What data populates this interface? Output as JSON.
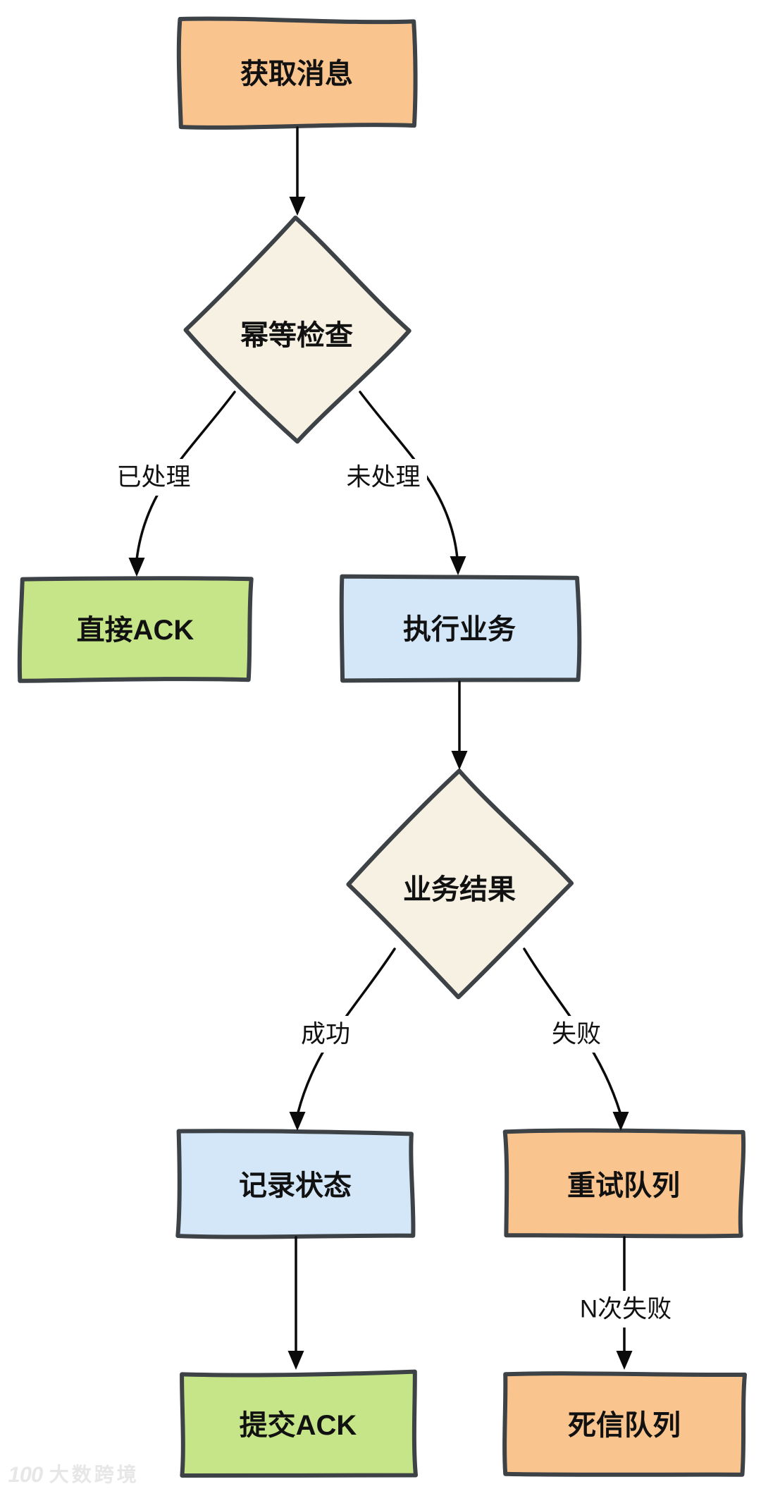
{
  "colors": {
    "orange": "#f9c48d",
    "green": "#c6e588",
    "blue": "#d3e7f9",
    "cream": "#f6f1e3",
    "border": "#3d4247",
    "line": "#0a0a0a",
    "text": "#111111",
    "label_bg": "#ffffff",
    "watermark": "#e7e7e7"
  },
  "nodes": {
    "get_message": {
      "label": "获取消息"
    },
    "idempotency_check": {
      "label": "幂等检查"
    },
    "direct_ack": {
      "label": "直接ACK"
    },
    "execute_business": {
      "label": "执行业务"
    },
    "business_result": {
      "label": "业务结果"
    },
    "record_status": {
      "label": "记录状态"
    },
    "retry_queue": {
      "label": "重试队列"
    },
    "submit_ack": {
      "label": "提交ACK"
    },
    "dead_letter_queue": {
      "label": "死信队列"
    }
  },
  "edge_labels": {
    "processed": "已处理",
    "unprocessed": "未处理",
    "success": "成功",
    "failure": "失败",
    "n_failures": "N次失败"
  },
  "watermark": {
    "logo": "100",
    "brand": "大数跨境"
  }
}
